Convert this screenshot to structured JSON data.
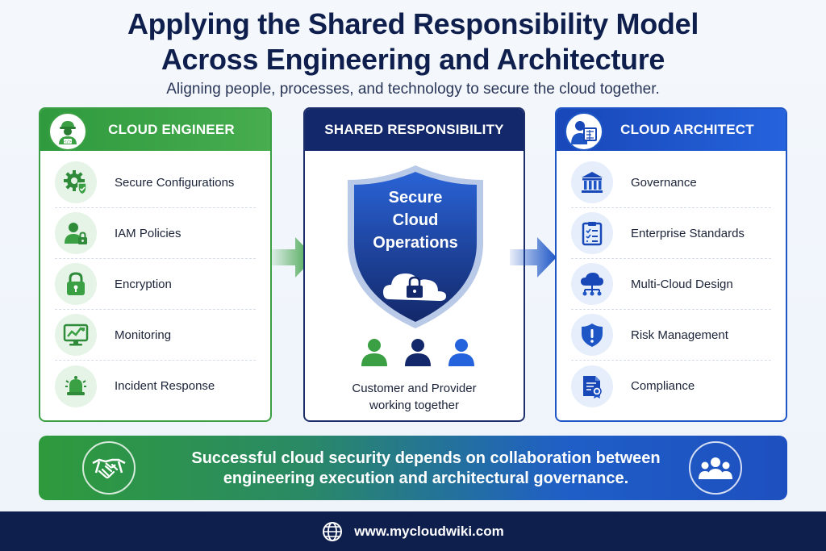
{
  "header": {
    "title_line1": "Applying the Shared Responsibility Model",
    "title_line2": "Across Engineering and Architecture",
    "subtitle": "Aligning people, processes, and technology to secure the cloud together."
  },
  "cloud_engineer": {
    "heading": "CLOUD ENGINEER",
    "items": [
      {
        "label": "Secure Configurations",
        "icon": "gear-shield-icon"
      },
      {
        "label": "IAM Policies",
        "icon": "user-lock-icon"
      },
      {
        "label": "Encryption",
        "icon": "padlock-icon"
      },
      {
        "label": "Monitoring",
        "icon": "monitor-chart-icon"
      },
      {
        "label": "Incident Response",
        "icon": "alarm-bell-icon"
      }
    ]
  },
  "shared": {
    "heading": "SHARED RESPONSIBILITY",
    "shield_line1": "Secure",
    "shield_line2": "Cloud",
    "shield_line3": "Operations",
    "caption_line1": "Customer and Provider",
    "caption_line2": "working together"
  },
  "cloud_architect": {
    "heading": "CLOUD ARCHITECT",
    "items": [
      {
        "label": "Governance",
        "icon": "institution-icon"
      },
      {
        "label": "Enterprise Standards",
        "icon": "checklist-icon"
      },
      {
        "label": "Multi-Cloud Design",
        "icon": "cloud-network-icon"
      },
      {
        "label": "Risk Management",
        "icon": "shield-alert-icon"
      },
      {
        "label": "Compliance",
        "icon": "certificate-icon"
      }
    ]
  },
  "banner": {
    "line1": "Successful cloud security depends on collaboration between",
    "line2": "engineering execution and architectural governance."
  },
  "footer": {
    "url": "www.mycloudwiki.com"
  },
  "colors": {
    "green": "#3aa043",
    "navy": "#13286a",
    "blue": "#1e56c6",
    "footer": "#0e1f4e"
  }
}
